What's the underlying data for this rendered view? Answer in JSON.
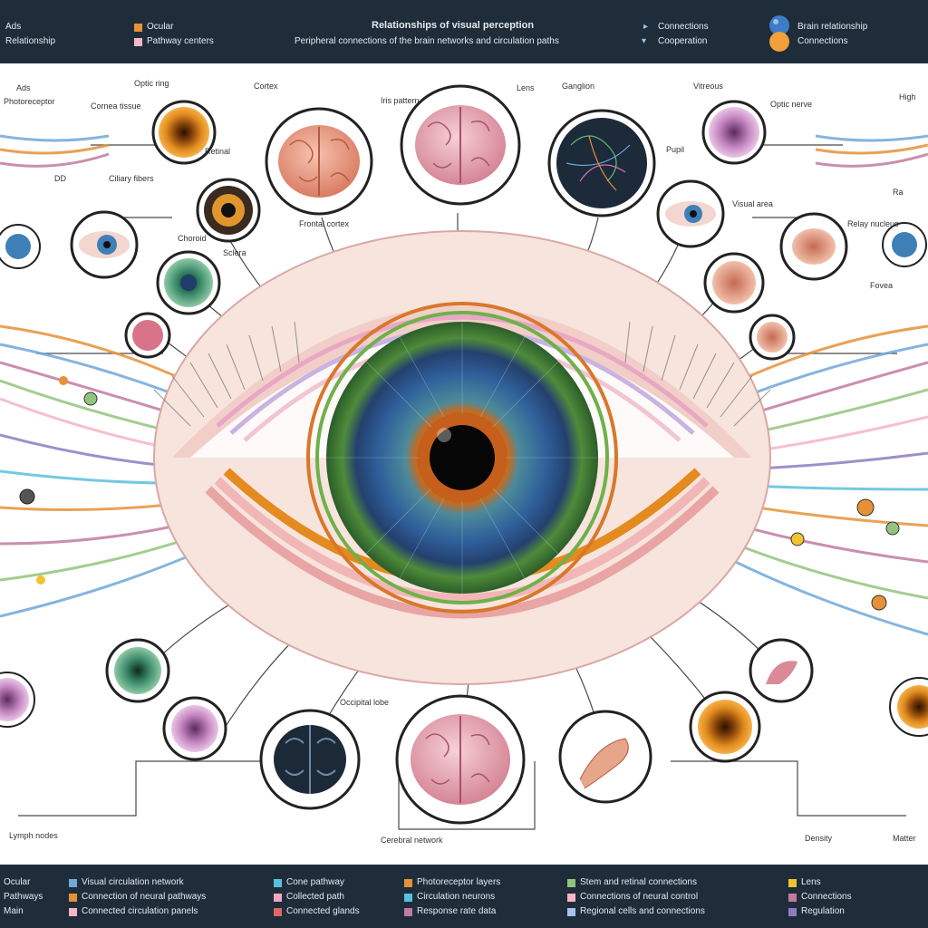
{
  "header": {
    "left_lines": [
      "Ads",
      "Relationship"
    ],
    "legend_left": [
      "Ocular",
      "Pathway centers"
    ],
    "center_title": "Relationships of visual perception",
    "center_subtitle": "Peripheral connections of the brain networks and circulation paths",
    "legend_right": [
      "Connections",
      "Cooperation"
    ],
    "right_lines": [
      "Brain relationship",
      "Connections"
    ]
  },
  "diagram": {
    "labels": {
      "top_left_a": "Ads",
      "top_left_b": "Photoreceptor",
      "label_dd": "DD",
      "label_ciliary": "Ciliary fibers",
      "label_cornea_tissue": "Cornea tissue",
      "label_optic": "Optic ring",
      "label_retinal": "Retinal",
      "label_choroid": "Choroid",
      "label_sclera": "Sclera",
      "label_cortex": "Cortex",
      "label_iris": "Iris pattern",
      "label_lens": "Lens",
      "label_ganglion": "Ganglion",
      "label_pupil": "Pupil",
      "label_vitreous": "Vitreous",
      "label_optic_nerve": "Optic nerve",
      "label_visual_area": "Visual area",
      "label_relay": "Relay nucleus",
      "label_fovea": "Fovea",
      "label_ra": "Ra",
      "label_brain_top": "Frontal cortex",
      "label_brain_bottom": "Occipital lobe",
      "label_cerebral": "Cerebral network",
      "label_high": "High",
      "label_bottom_left": "Lymph nodes",
      "label_bottom_right": "Density",
      "label_bottom_far_right": "Matter"
    }
  },
  "footer": {
    "col1": [
      "Ocular",
      "Pathways",
      "Main"
    ],
    "col2": [
      "Visual circulation network",
      "Connection of neural pathways",
      "Connected circulation panels"
    ],
    "col3": [
      "Cone pathway",
      "Collected path",
      "Connected glands"
    ],
    "col4": [
      "Photoreceptor layers",
      "Circulation neurons",
      "Response rate data"
    ],
    "col5": [
      "Stem and retinal connections",
      "Connections of neural control",
      "Regional cells and connections"
    ],
    "col6": [
      "Lens",
      "Connections",
      "Regulation"
    ],
    "colors": [
      "#6fa8dc",
      "#e69138",
      "#f4b6c2",
      "#f6a5c0",
      "#5bc0de",
      "#e06666",
      "#f1c232",
      "#66c2b0",
      "#8e7cc3",
      "#93c47d",
      "#c27ba0",
      "#a4c2f4"
    ]
  }
}
